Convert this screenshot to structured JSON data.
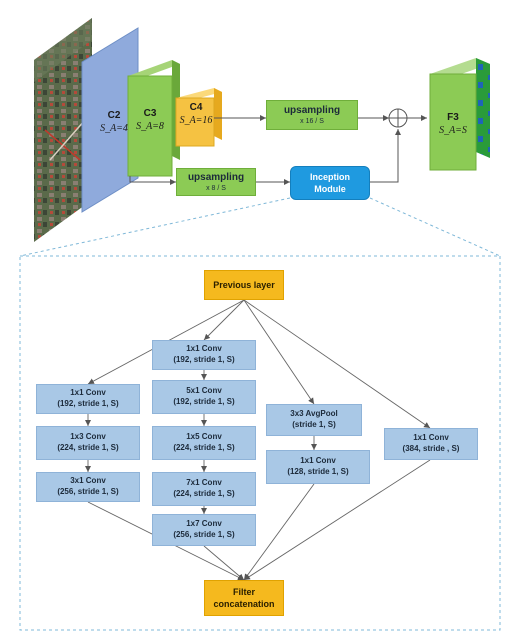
{
  "top": {
    "c2": {
      "name": "C2",
      "scale": "S_A=4"
    },
    "c3": {
      "name": "C3",
      "scale": "S_A=8"
    },
    "c4": {
      "name": "C4",
      "scale": "S_A=16"
    },
    "f3": {
      "name": "F3",
      "scale": "S_A=S"
    },
    "upsampling_top": {
      "label": "upsampling",
      "factor": "x 16 / S"
    },
    "upsampling_bottom": {
      "label": "upsampling",
      "factor": "x 8 / S"
    },
    "inception": {
      "line1": "Inception",
      "line2": "Module"
    }
  },
  "detail": {
    "previous_layer": "Previous layer",
    "filter_concat": {
      "line1": "Filter",
      "line2": "concatenation"
    },
    "branch1": [
      {
        "op": "1x1 Conv",
        "params": "(192, stride 1, S)"
      },
      {
        "op": "1x3 Conv",
        "params": "(224, stride 1, S)"
      },
      {
        "op": "3x1 Conv",
        "params": "(256, stride 1, S)"
      }
    ],
    "branch2": [
      {
        "op": "1x1 Conv",
        "params": "(192, stride 1, S)"
      },
      {
        "op": "5x1 Conv",
        "params": "(192, stride 1, S)"
      },
      {
        "op": "1x5 Conv",
        "params": "(224, stride 1, S)"
      },
      {
        "op": "7x1 Conv",
        "params": "(224, stride 1, S)"
      },
      {
        "op": "1x7 Conv",
        "params": "(256, stride 1, S)"
      }
    ],
    "branch3": [
      {
        "op": "3x3 AvgPool",
        "params": "(stride 1, S)"
      },
      {
        "op": "1x1 Conv",
        "params": "(128, stride 1, S)"
      }
    ],
    "branch4": [
      {
        "op": "1x1 Conv",
        "params": "(384, stride , S)"
      }
    ]
  },
  "colors": {
    "c2": "#8faadc",
    "green": "#8ccb55",
    "yellow": "#f5c242",
    "node_blue": "#a9c8e6",
    "orange": "#f5b91e",
    "inception": "#1f9ae0",
    "dashed": "#7fb8d8"
  }
}
